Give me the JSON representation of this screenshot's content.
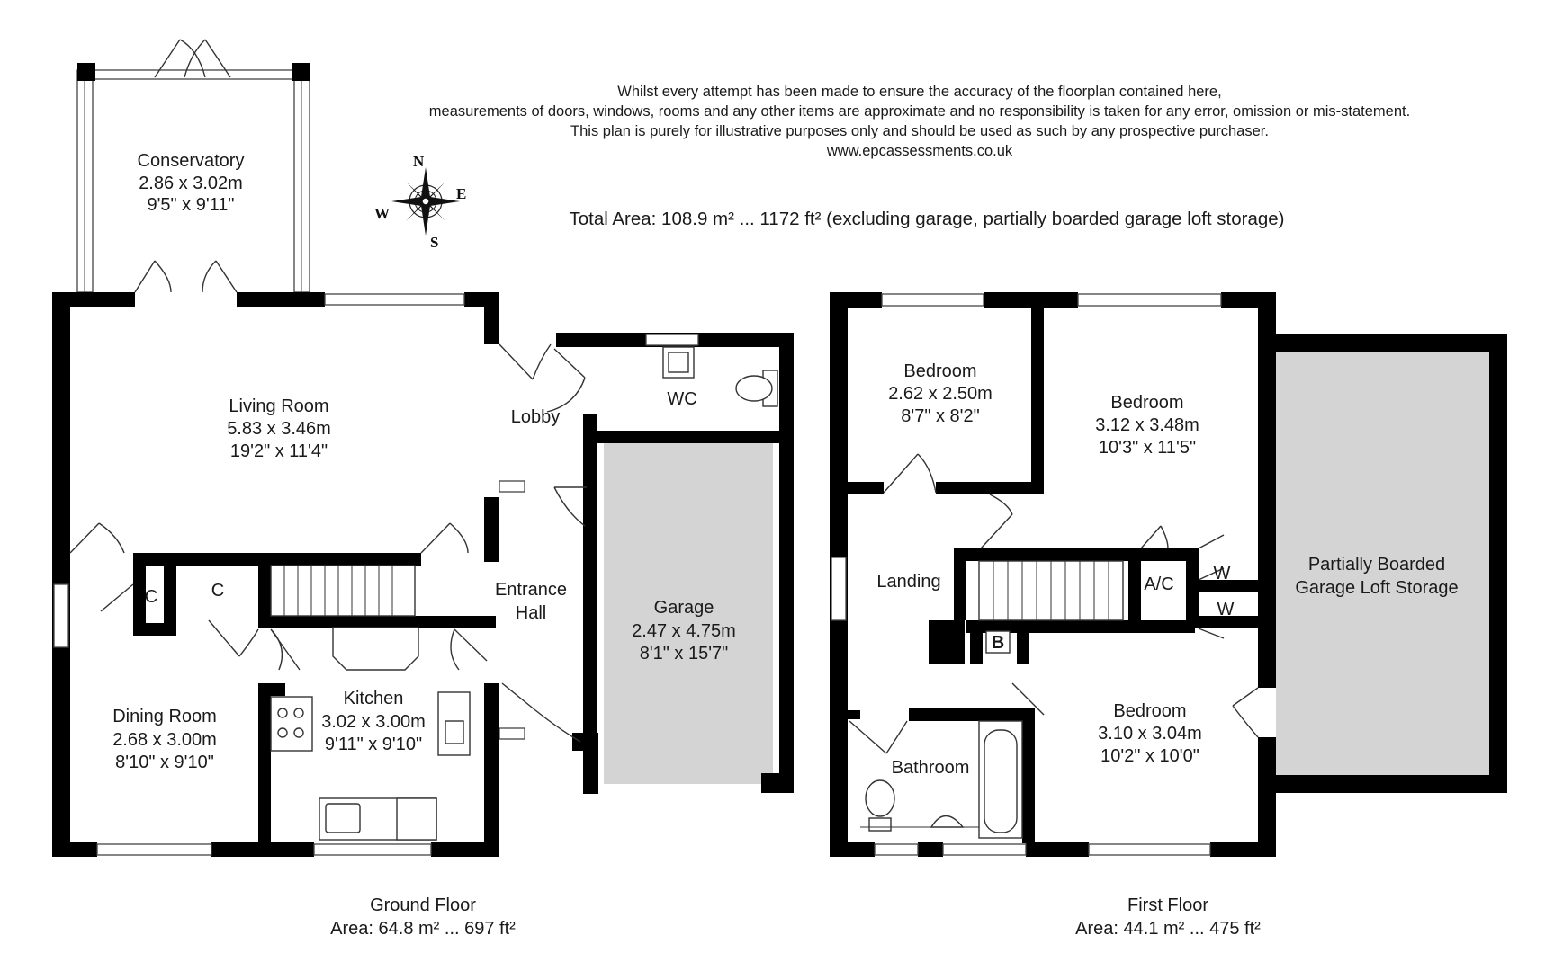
{
  "disclaimer": {
    "line1": "Whilst every attempt has been made to ensure the accuracy of the floorplan contained here,",
    "line2": "measurements of doors, windows, rooms and any other items are approximate and no responsibility is taken for any error, omission or mis-statement.",
    "line3": "This plan is purely for illustrative purposes only and should be used as such by any prospective purchaser.",
    "line4": "www.epcassessments.co.uk"
  },
  "total_area": "Total Area: 108.9 m² ... 1172 ft² (excluding garage, partially boarded garage loft storage)",
  "compass": {
    "n": "N",
    "e": "E",
    "s": "S",
    "w": "W"
  },
  "ground_floor": {
    "title": "Ground Floor",
    "area": "Area: 64.8 m² ... 697 ft²",
    "rooms": {
      "conservatory": {
        "name": "Conservatory",
        "metric": "2.86 x 3.02m",
        "imperial": "9'5\" x 9'11\""
      },
      "living_room": {
        "name": "Living Room",
        "metric": "5.83 x 3.46m",
        "imperial": "19'2\" x 11'4\""
      },
      "lobby": {
        "name": "Lobby"
      },
      "wc": {
        "name": "WC"
      },
      "entrance_hall": {
        "line1": "Entrance",
        "line2": "Hall"
      },
      "garage": {
        "name": "Garage",
        "metric": "2.47 x 4.75m",
        "imperial": "8'1\" x 15'7\""
      },
      "cupboard_1": {
        "name": "C"
      },
      "cupboard_2": {
        "name": "C"
      },
      "dining_room": {
        "name": "Dining Room",
        "metric": "2.68 x 3.00m",
        "imperial": "8'10\" x 9'10\""
      },
      "kitchen": {
        "name": "Kitchen",
        "metric": "3.02 x 3.00m",
        "imperial": "9'11\" x 9'10\""
      }
    }
  },
  "first_floor": {
    "title": "First Floor",
    "area": "Area: 44.1 m² ... 475 ft²",
    "rooms": {
      "bedroom_1": {
        "name": "Bedroom",
        "metric": "2.62 x 2.50m",
        "imperial": "8'7\" x 8'2\""
      },
      "bedroom_2": {
        "name": "Bedroom",
        "metric": "3.12 x 3.48m",
        "imperial": "10'3\" x 11'5\""
      },
      "landing": {
        "name": "Landing"
      },
      "ac": {
        "name": "A/C"
      },
      "wardrobe_1": {
        "name": "W"
      },
      "wardrobe_2": {
        "name": "W"
      },
      "boiler": {
        "name": "B"
      },
      "bathroom": {
        "name": "Bathroom"
      },
      "bedroom_3": {
        "name": "Bedroom",
        "metric": "3.10 x 3.04m",
        "imperial": "10'2\" x 10'0\""
      },
      "loft": {
        "line1": "Partially Boarded",
        "line2": "Garage Loft Storage"
      }
    }
  }
}
